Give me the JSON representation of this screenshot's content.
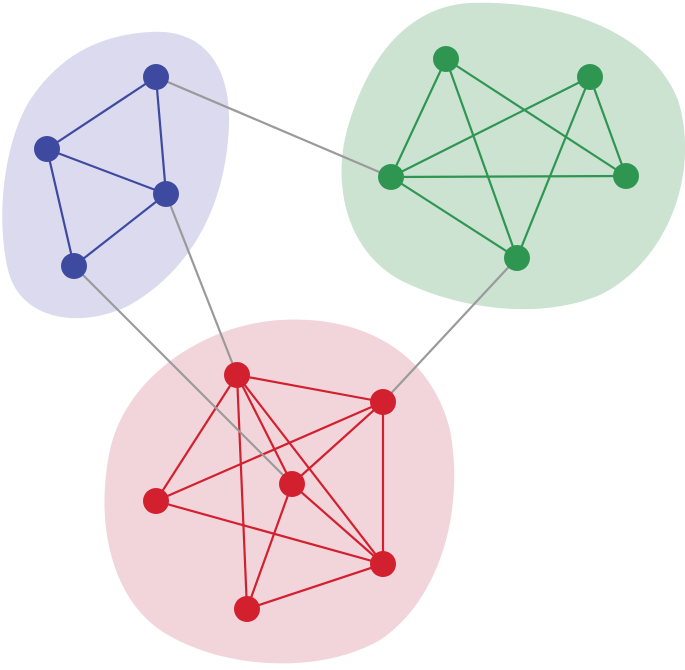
{
  "diagram": {
    "type": "network-communities",
    "colors": {
      "blue": {
        "node": "#3d4aa0",
        "edge": "#3d4aa0",
        "region": "#dcdaef"
      },
      "green": {
        "node": "#2f9652",
        "edge": "#2f9652",
        "region": "#cce3d2"
      },
      "red": {
        "node": "#d2202f",
        "edge": "#d2202f",
        "region": "#f2d5db"
      },
      "inter_edge": "#9a9a9a"
    },
    "communities": [
      "blue",
      "green",
      "red"
    ],
    "nodes": [
      {
        "id": "b1",
        "group": "blue"
      },
      {
        "id": "b2",
        "group": "blue"
      },
      {
        "id": "b3",
        "group": "blue"
      },
      {
        "id": "b4",
        "group": "blue"
      },
      {
        "id": "g1",
        "group": "green"
      },
      {
        "id": "g2",
        "group": "green"
      },
      {
        "id": "g3",
        "group": "green"
      },
      {
        "id": "g4",
        "group": "green"
      },
      {
        "id": "g5",
        "group": "green"
      },
      {
        "id": "r1",
        "group": "red"
      },
      {
        "id": "r2",
        "group": "red"
      },
      {
        "id": "r3",
        "group": "red"
      },
      {
        "id": "r4",
        "group": "red"
      },
      {
        "id": "r5",
        "group": "red"
      },
      {
        "id": "r6",
        "group": "red"
      }
    ],
    "edges": [
      [
        "b1",
        "b2"
      ],
      [
        "b1",
        "b3"
      ],
      [
        "b2",
        "b3"
      ],
      [
        "b2",
        "b4"
      ],
      [
        "b3",
        "b4"
      ],
      [
        "g1",
        "g3"
      ],
      [
        "g1",
        "g5"
      ],
      [
        "g1",
        "g4"
      ],
      [
        "g2",
        "g3"
      ],
      [
        "g2",
        "g5"
      ],
      [
        "g2",
        "g4"
      ],
      [
        "g3",
        "g4"
      ],
      [
        "g3",
        "g5"
      ],
      [
        "r1",
        "r2"
      ],
      [
        "r1",
        "r3"
      ],
      [
        "r1",
        "r4"
      ],
      [
        "r1",
        "r5"
      ],
      [
        "r1",
        "r6"
      ],
      [
        "r2",
        "r3"
      ],
      [
        "r2",
        "r4"
      ],
      [
        "r2",
        "r5"
      ],
      [
        "r3",
        "r5"
      ],
      [
        "r4",
        "r5"
      ],
      [
        "r4",
        "r6"
      ],
      [
        "r6",
        "r5"
      ],
      [
        "b1",
        "g3"
      ],
      [
        "b3",
        "r1"
      ],
      [
        "b4",
        "r4"
      ],
      [
        "g5",
        "r2"
      ]
    ]
  }
}
